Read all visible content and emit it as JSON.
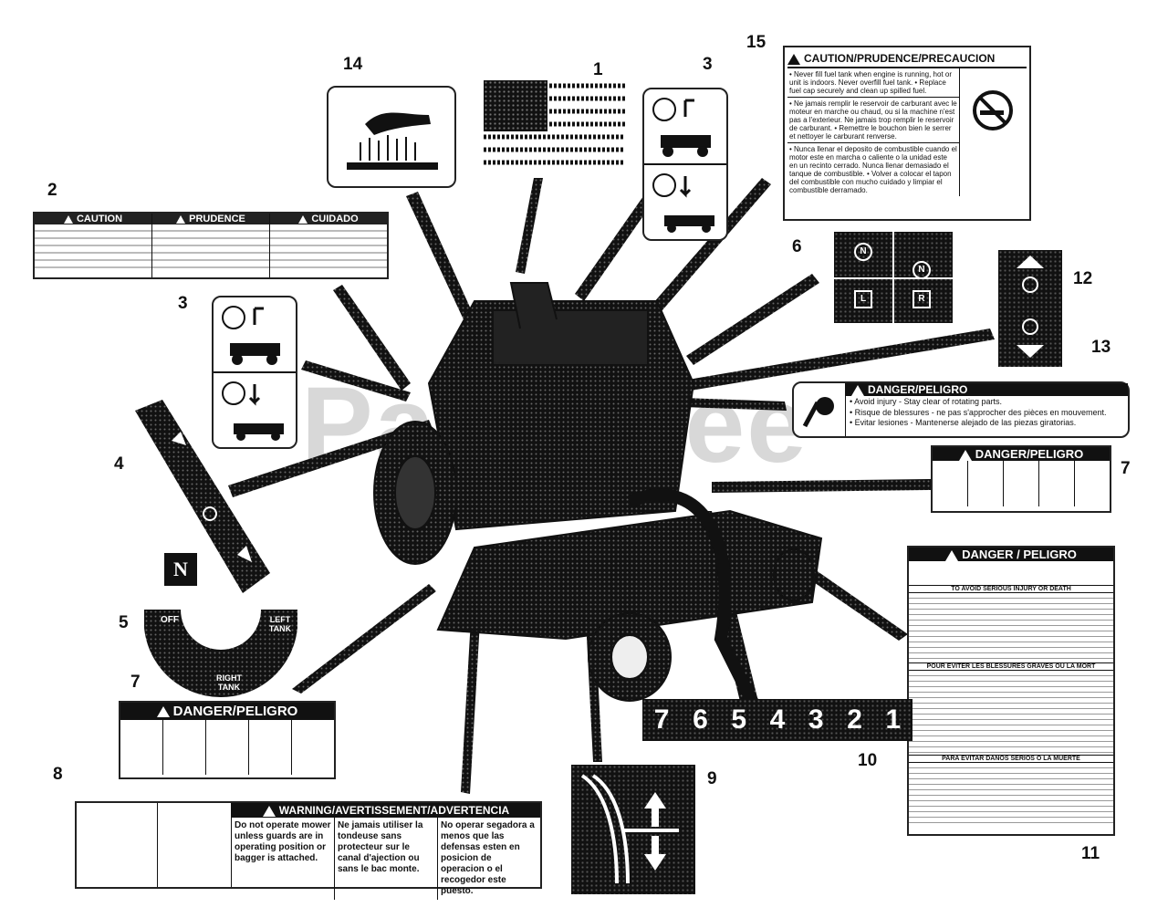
{
  "watermark": "PartsTree",
  "callouts": [
    "1",
    "2",
    "3",
    "3",
    "4",
    "5",
    "6",
    "7",
    "7",
    "8",
    "9",
    "10",
    "11",
    "12",
    "13",
    "14",
    "15"
  ],
  "decal15": {
    "header": "CAUTION/PRUDENCE/PRECAUCION",
    "en": "• Never fill fuel tank when engine is running, hot or unit is indoors. Never overfill fuel tank. • Replace fuel cap securely and clean up spilled fuel.",
    "fr": "• Ne jamais remplir le reservoir de carburant avec le moteur en marche ou chaud, ou si la machine n'est pas a l'exterieur. Ne jamais trop remplir le reservoir de carburant. • Remettre le bouchon bien le serrer et nettoyer le carburant renverse.",
    "es": "• Nunca llenar el deposito de combustible cuando el motor este en marcha o caliente o la unidad este en un recinto cerrado. Nunca llenar demasiado el tanque de combustible. • Volver a colocar el tapon del combustible con mucho cuidado y limpiar el combustible derramado."
  },
  "decal2": {
    "headers": [
      "CAUTION",
      "PRUDENCE",
      "CUIDADO"
    ]
  },
  "decal5": {
    "off": "OFF",
    "left": "LEFT TANK",
    "right": "RIGHT TANK"
  },
  "decal6": {
    "n": "N",
    "l": "L",
    "r": "R"
  },
  "danger_label": "DANGER/PELIGRO",
  "decal_rotating": {
    "header": "DANGER/PELIGRO",
    "lines": [
      "• Avoid injury - Stay clear of rotating parts.",
      "• Risque de blessures - ne pas s'approcher des pièces en mouvement.",
      "• Evitar lesiones - Mantenerse alejado de las piezas giratorias."
    ]
  },
  "decal11": {
    "header": "DANGER / PELIGRO",
    "sub1": "TO AVOID SERIOUS INJURY OR DEATH",
    "sub2": "POUR EVITER LES BLESSURES GRAVES OU LA MORT",
    "sub3": "PARA EVITAR DANOS SERIOS O LA MUERTE"
  },
  "decal8": {
    "header": "WARNING/AVERTISSEMENT/ADVERTENCIA",
    "en": "Do not operate mower unless guards are in operating position or bagger is attached.",
    "fr": "Ne jamais utiliser la tondeuse sans protecteur sur le canal d'ajection ou sans le bac monte.",
    "es": "No operar segadora a menos que las defensas esten en posicion de operacion o el recogedor este puesto."
  },
  "decal10": {
    "digits": [
      "7",
      "6",
      "5",
      "4",
      "3",
      "2",
      "1"
    ]
  }
}
